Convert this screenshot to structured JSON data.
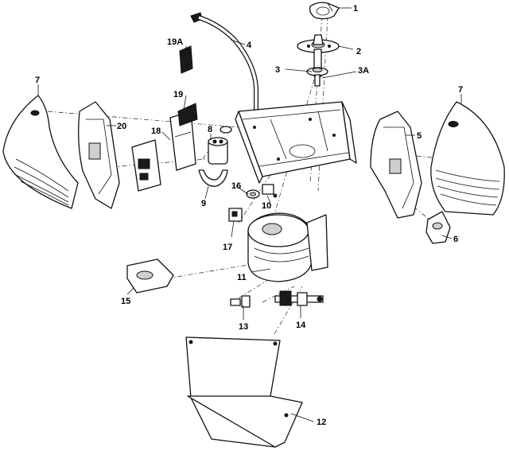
{
  "labels": {
    "p1": "1",
    "p2": "2",
    "p3": "3",
    "p3a": "3A",
    "p4": "4",
    "p5": "5",
    "p6": "6",
    "p7l": "7",
    "p7r": "7",
    "p8": "8",
    "p9": "9",
    "p10": "10",
    "p11": "11",
    "p12": "12",
    "p13": "13",
    "p14": "14",
    "p15": "15",
    "p16": "16",
    "p17": "17",
    "p18": "18",
    "p19": "19",
    "p19a": "19A",
    "p20": "20"
  },
  "colors": {
    "line": "#111111",
    "fill": "#ffffff",
    "dark": "#1a1a1a"
  }
}
